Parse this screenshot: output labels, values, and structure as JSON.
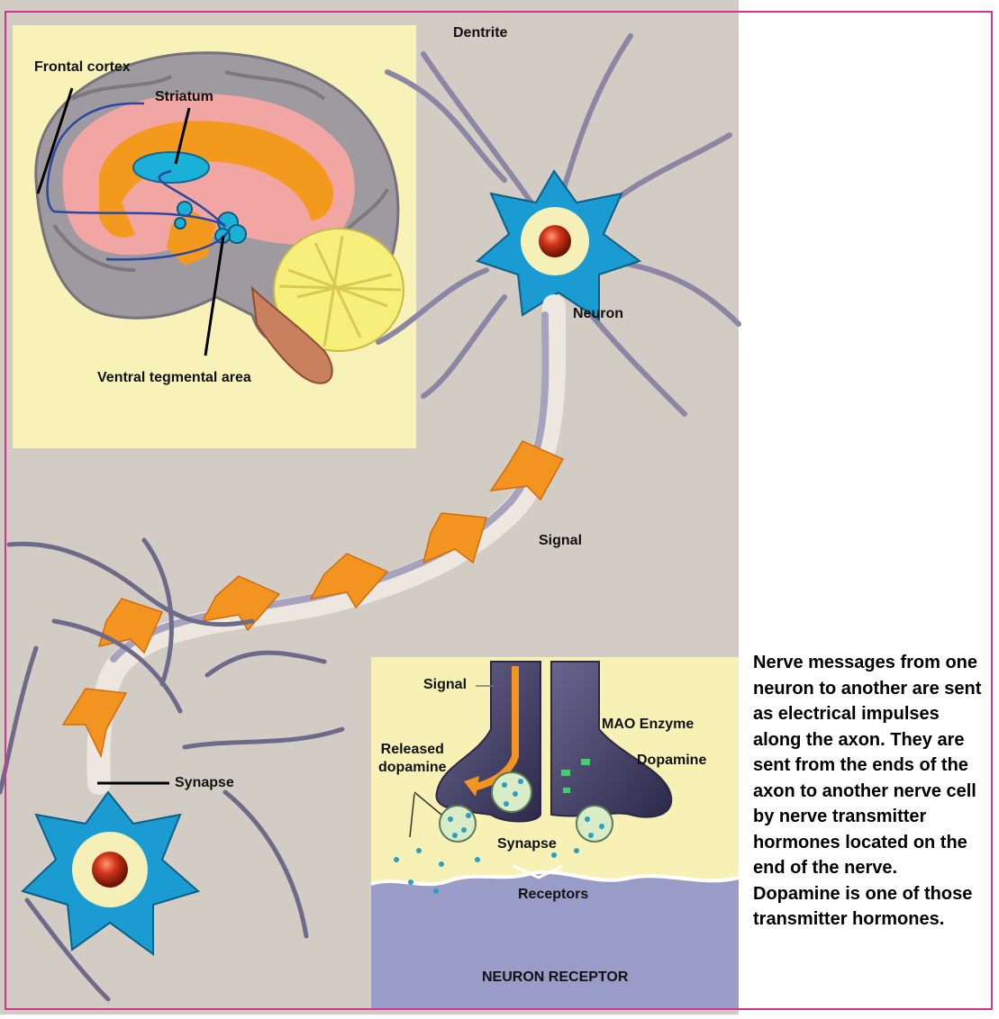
{
  "labels": {
    "frontal_cortex": "Frontal cortex",
    "striatum": "Striatum",
    "ventral_tegmental_area": "Ventral tegmental area",
    "dentrite": "Dentrite",
    "neuron": "Neuron",
    "signal_main": "Signal",
    "synapse_left": "Synapse",
    "signal_inset": "Signal",
    "mao_enzyme": "MAO Enzyme",
    "released_dopamine_1": "Released",
    "released_dopamine_2": "dopamine",
    "dopamine": "Dopamine",
    "synapse_inset": "Synapse",
    "receptors": "Receptors",
    "neuron_receptor": "NEURON RECEPTOR"
  },
  "caption": "Nerve messages from one neuron to another are sent as electrical impulses along the axon. They are sent from the ends of the axon to another nerve cell by nerve transmitter hormones located on the end of the nerve. Dopamine is one of those transmitter hormones.",
  "colors": {
    "frame": "#d6338f",
    "background": "#d3ccc4",
    "brain_panel": "#f8f2b8",
    "neuron_body": "#1a9cd2",
    "signal_arrow": "#f39320",
    "receptor_base": "#9a9cc8"
  }
}
